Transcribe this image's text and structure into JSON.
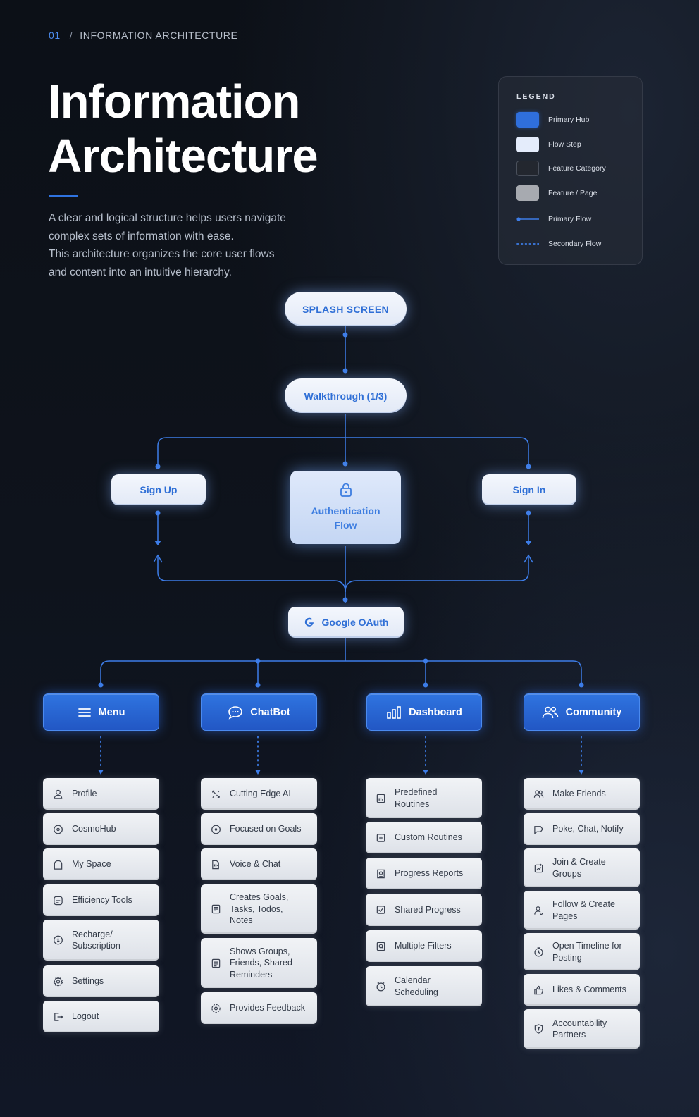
{
  "breadcrumb": {
    "number": "01",
    "separator": "/",
    "section": "INFORMATION ARCHITECTURE"
  },
  "title": {
    "line1": "Information",
    "line2": "Architecture"
  },
  "description": {
    "line1": "A clear and logical structure helps users navigate",
    "line2": "complex sets of information with ease.",
    "line3": "This architecture organizes the core user flows",
    "line4": "and content into an intuitive hierarchy."
  },
  "legend": {
    "title": "LEGEND",
    "items": [
      {
        "label": "Primary Hub",
        "color": "#2f6fdc"
      },
      {
        "label": "Flow Step",
        "color": "#e4ecfb"
      },
      {
        "label": "Feature Category",
        "color": "#23272f"
      },
      {
        "label": "Feature / Page",
        "color": "#a7aab0"
      },
      {
        "label": "Primary Flow",
        "color": "#3d7de8"
      },
      {
        "label": "Secondary Flow",
        "color": "#3d7de8"
      }
    ]
  },
  "flow": {
    "splash": "SPLASH SCREEN",
    "walkthrough": "Walkthrough (1/3)",
    "sign_up": "Sign Up",
    "auth_line1": "Authentication",
    "auth_line2": "Flow",
    "sign_in": "Sign In",
    "google": "Google OAuth"
  },
  "hubs": [
    {
      "label": "Menu",
      "icon": "menu-icon"
    },
    {
      "label": "ChatBot",
      "icon": "chat-bubble-icon"
    },
    {
      "label": "Dashboard",
      "icon": "bar-chart-icon"
    },
    {
      "label": "Community",
      "icon": "users-icon"
    }
  ],
  "menu_items": [
    "Profile",
    "CosmoHub",
    "My Space",
    "Efficiency Tools",
    "Recharge/\nSubscription",
    "Settings",
    "Logout"
  ],
  "chatbot_items": [
    "Cutting Edge AI",
    "Focused on Goals",
    "Voice & Chat",
    "Creates Goals,\nTasks, Todos,\nNotes",
    "Shows Groups,\nFriends, Shared\nReminders",
    "Provides Feedback"
  ],
  "dashboard_items": [
    "Predefined\nRoutines",
    "Custom Routines",
    "Progress Reports",
    "Shared Progress",
    "Multiple Filters",
    "Calendar\nScheduling"
  ],
  "community_items": [
    "Make Friends",
    "Poke, Chat, Notify",
    "Join & Create\nGroups",
    "Follow & Create\nPages",
    "Open Timeline for\nPosting",
    "Likes & Comments",
    "Accountability\nPartners"
  ],
  "colors": {
    "accent": "#2f73e0",
    "line": "#3d7de8",
    "background": "#0d1118"
  }
}
